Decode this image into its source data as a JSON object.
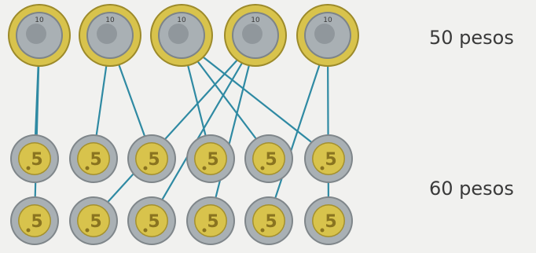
{
  "labels": {
    "row_ten_coins": "50 pesos",
    "row_five_coins": "60 pesos"
  },
  "coin_texts": {
    "ten": "10",
    "five": "5"
  },
  "colors": {
    "line": "#2f8aa3",
    "gold": "#d8c34c",
    "silver": "#a9b0b4",
    "background": "#f1f1ef"
  },
  "connections": [
    [
      0,
      0
    ],
    [
      0,
      6
    ],
    [
      1,
      1
    ],
    [
      1,
      2
    ],
    [
      2,
      3
    ],
    [
      2,
      5
    ],
    [
      3,
      7
    ],
    [
      3,
      8
    ],
    [
      3,
      9
    ],
    [
      4,
      10
    ],
    [
      4,
      11
    ],
    [
      2,
      4
    ]
  ]
}
